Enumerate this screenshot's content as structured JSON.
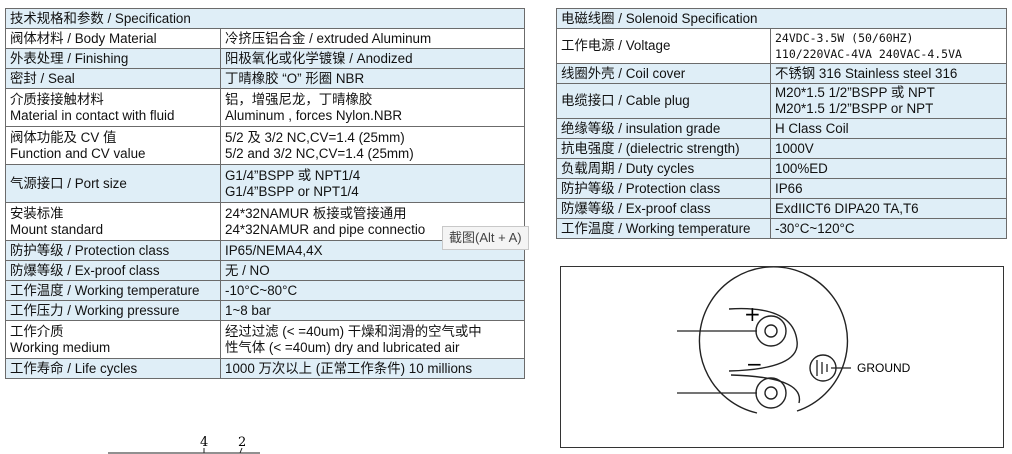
{
  "left_table": {
    "header": "技术规格和参数 / Specification",
    "rows": [
      {
        "label": [
          "阀体材料 /  Body Material"
        ],
        "value": [
          "冷挤压铝合金  /  extruded Aluminum"
        ]
      },
      {
        "label": [
          "外表处理 / Finishing"
        ],
        "value": [
          "阳极氧化或化学镀镍 / Anodized"
        ]
      },
      {
        "label": [
          "密封 / Seal"
        ],
        "value": [
          "丁晴橡胶 “O” 形圈 NBR"
        ]
      },
      {
        "label": [
          "介质接接触材料",
          "Material in contact with fluid"
        ],
        "value": [
          "铝，增强尼龙，丁晴橡胶",
          "Aluminum , forces Nylon.NBR"
        ]
      },
      {
        "label": [
          "阀体功能及 CV 值",
          "Function and CV value"
        ],
        "value": [
          "5/2 及 3/2 NC,CV=1.4 (25mm)",
          "5/2 and 3/2 NC,CV=1.4 (25mm)"
        ]
      },
      {
        "label": [
          "气源接口 / Port  size"
        ],
        "value": [
          "G1/4”BSPP 或 NPT1/4",
          "G1/4”BSPP or NPT1/4"
        ]
      },
      {
        "label": [
          "安装标准",
          "Mount  standard"
        ],
        "value": [
          "24*32NAMUR 板接或管接通用",
          "24*32NAMUR and pipe connectio"
        ]
      },
      {
        "label": [
          "防护等级 / Protection class"
        ],
        "value": [
          "IP65/NEMA4,4X"
        ]
      },
      {
        "label": [
          "防爆等级 / Ex-proof class"
        ],
        "value": [
          "无 / NO"
        ]
      },
      {
        "label": [
          "工作温度 / Working temperature"
        ],
        "value": [
          "-10°C~80°C"
        ]
      },
      {
        "label": [
          "工作压力 / Working pressure"
        ],
        "value": [
          "1~8 bar"
        ]
      },
      {
        "label": [
          "工作介质",
          "Working medium"
        ],
        "value": [
          "经过过滤 (< =40um) 干燥和润滑的空气或中",
          "性气体   (< =40um) dry and lubricated air"
        ]
      },
      {
        "label": [
          "工作寿命 / Life cycles"
        ],
        "value": [
          "1000 万次以上 (正常工作条件)  10 millions"
        ]
      }
    ]
  },
  "right_table": {
    "header": "电磁线圈 / Solenoid Specification",
    "rows": [
      {
        "label": [
          "工作电源 / Voltage"
        ],
        "value": [
          "24VDC-3.5W (50/60HZ)",
          "110/220VAC-4VA 240VAC-4.5VA"
        ],
        "mono": true
      },
      {
        "label": [
          "线圈外壳 / Coil cover"
        ],
        "value": [
          "不锈钢 316  Stainless steel 316"
        ]
      },
      {
        "label": [
          "电缆接口 / Cable plug"
        ],
        "value": [
          "M20*1.5 1/2”BSPP 或  NPT",
          "M20*1.5 1/2”BSPP or  NPT"
        ]
      },
      {
        "label": [
          "绝缘等级 /  insulation grade"
        ],
        "value": [
          "H Class Coil"
        ]
      },
      {
        "label": [
          "抗电强度 /  (dielectric strength)"
        ],
        "value": [
          "1000V"
        ]
      },
      {
        "label": [
          "负载周期 / Duty cycles"
        ],
        "value": [
          "100%ED"
        ]
      },
      {
        "label": [
          "防护等级 / Protection class"
        ],
        "value": [
          "IP66"
        ]
      },
      {
        "label": [
          "防爆等级 /  Ex-proof class"
        ],
        "value": [
          "ExdIICT6 DIPA20 TA,T6"
        ]
      },
      {
        "label": [
          "工作温度 / Working temperature"
        ],
        "value": [
          "-30°C~120°C"
        ]
      }
    ]
  },
  "tooltip": "截图(Alt + A)",
  "diagram": {
    "ground_label": "GROUND",
    "plus_sign": "+",
    "minus_sign": "−"
  },
  "valve_symbol": {
    "port_4": "4",
    "port_2": "2"
  },
  "colors": {
    "row_highlight": "#dfeef7",
    "border": "#6b6b6b"
  }
}
